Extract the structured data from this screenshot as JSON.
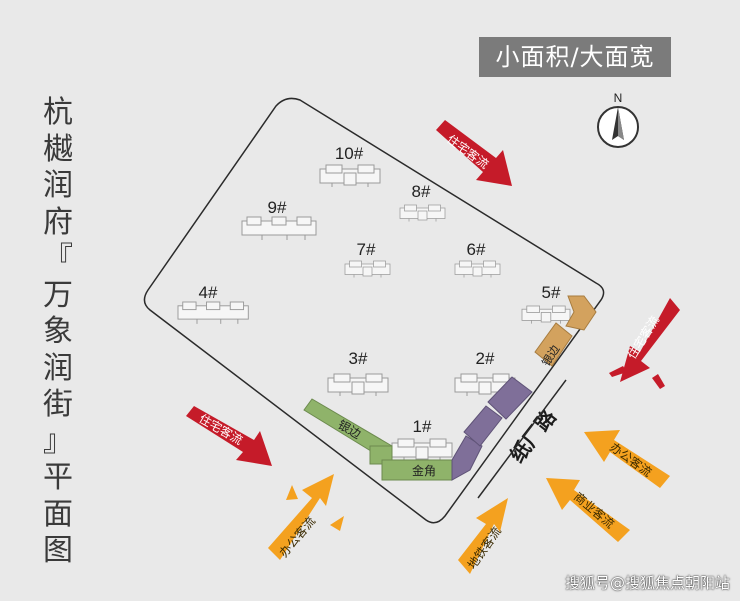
{
  "side_title": {
    "chars": [
      "杭",
      "樾",
      "润",
      "府",
      "『",
      "万",
      "象",
      "润",
      "街",
      "』",
      "平",
      "面",
      "图"
    ]
  },
  "badge": {
    "label": "小面积/大面宽"
  },
  "compass": {
    "label": "N"
  },
  "buildings": [
    {
      "id": "b10",
      "label": "10#"
    },
    {
      "id": "b8",
      "label": "8#"
    },
    {
      "id": "b9",
      "label": "9#"
    },
    {
      "id": "b7",
      "label": "7#"
    },
    {
      "id": "b6",
      "label": "6#"
    },
    {
      "id": "b4",
      "label": "4#"
    },
    {
      "id": "b5",
      "label": "5#"
    },
    {
      "id": "b3",
      "label": "3#"
    },
    {
      "id": "b2",
      "label": "2#"
    },
    {
      "id": "b1",
      "label": "1#"
    }
  ],
  "zones": {
    "yinbian_left": "银边",
    "jinjiao": "金角",
    "yinbian_right": "银边"
  },
  "road": {
    "label": "纸厂路"
  },
  "flows": {
    "residential_top": "住宅客流",
    "residential_right": "住宅客流",
    "residential_left": "住宅客流",
    "office_bottom_left": "办公客流",
    "metro": "地铁客流",
    "office_right": "办公客流",
    "commercial": "商业客流"
  },
  "colors": {
    "red": "#c51b29",
    "orange": "#f4a11f",
    "green": "#8fb36a",
    "purple": "#7f6f99",
    "tan": "#d3a25e"
  },
  "watermark": {
    "text": "搜狐号@搜狐焦点朝阳站"
  }
}
